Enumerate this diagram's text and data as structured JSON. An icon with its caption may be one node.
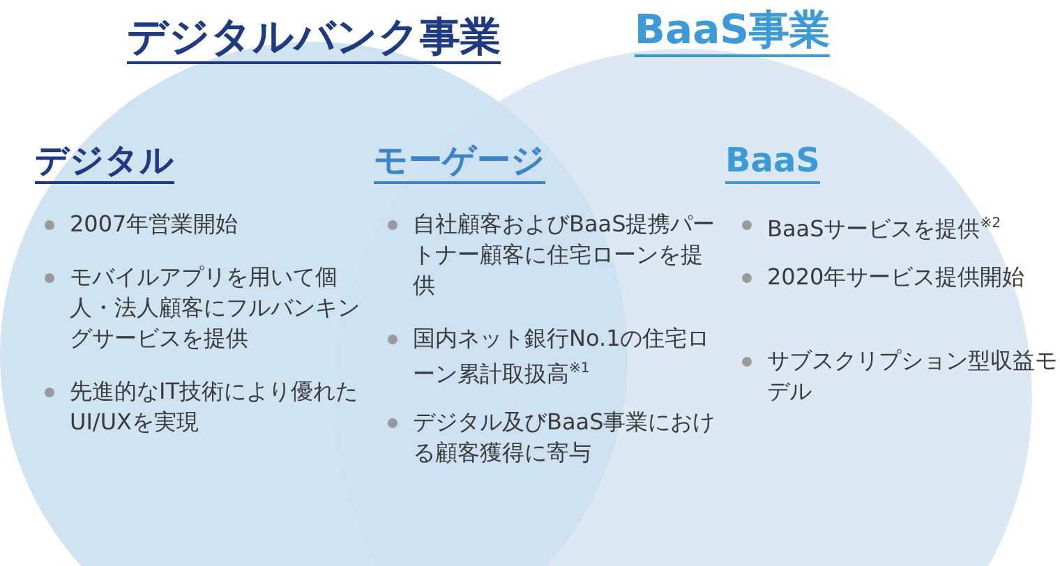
{
  "diagram": {
    "nodes": [
      {
        "text": [
          "デジタルバンク事業"
        ]
      },
      {
        "text": [
          "BaaS事業"
        ]
      }
    ],
    "labels": [
      "デジタル",
      "2007年営業開始",
      "モバイルアプリを用いて個人・法人顧客にフルバンキングサービスを提供",
      "先進的なIT技術により優れたUI/UXを実現",
      "モーゲージ",
      "自社顧客およびBaaS提携パートナー顧客に住宅ローンを提供",
      "国内ネット銀行No.1の住宅ローン累計取扱高$^{※1}$",
      "デジタル及びBaaS事業における顧客獲得に寄与",
      "BaaS",
      "BaaSサービスを提供$^{※2}$",
      "2020年サービス提供開始",
      "サブスクリプション型収益モデル"
    ]
  }
}
